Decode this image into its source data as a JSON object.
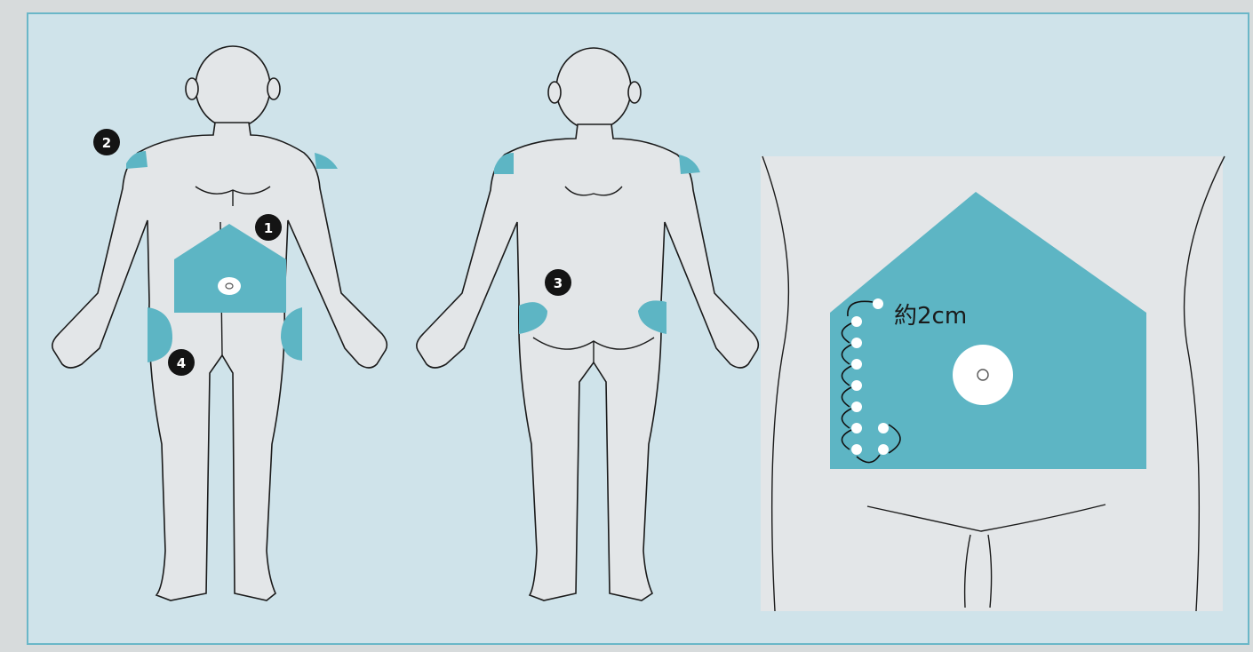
{
  "markers": {
    "abdomen": "1",
    "upper_arm": "2",
    "buttock": "3",
    "thigh": "4"
  },
  "close_up": {
    "distance_label": "約2cm"
  },
  "colors": {
    "injection_site": "#5db5c4",
    "background": "#cfe3ea",
    "frame": "#6ab7c8"
  }
}
